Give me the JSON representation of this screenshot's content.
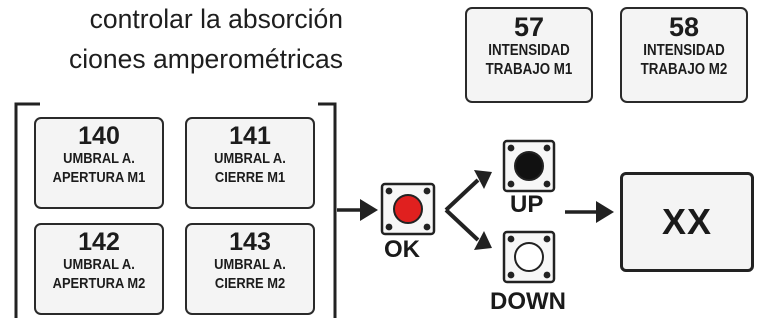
{
  "intro": {
    "line1": "controlar la absorción",
    "line2": "ciones amperométricas"
  },
  "top_tiles": [
    {
      "number": "57",
      "line1": "INTENSIDAD",
      "line2": "TRABAJO M1"
    },
    {
      "number": "58",
      "line1": "INTENSIDAD",
      "line2": "TRABAJO M2"
    }
  ],
  "threshold_tiles": [
    {
      "number": "140",
      "line1": "UMBRAL A.",
      "line2": "APERTURA M1"
    },
    {
      "number": "141",
      "line1": "UMBRAL  A.",
      "line2": "CIERRE M1"
    },
    {
      "number": "142",
      "line1": "UMBRAL  A.",
      "line2": "APERTURA M2"
    },
    {
      "number": "143",
      "line1": "UMBRAL A.",
      "line2": "CIERRE M2"
    }
  ],
  "buttons": {
    "ok_label": "OK",
    "up_label": "UP",
    "down_label": "DOWN"
  },
  "result_value": "XX",
  "colors": {
    "ok_button": "#e0201f",
    "up_button": "#111111",
    "down_button": "#ffffff",
    "tile_fill": "#f4f4f4",
    "outline": "#222222"
  },
  "icons": [
    "ok-button-icon",
    "up-button-icon",
    "down-button-icon",
    "arrow-icon"
  ]
}
